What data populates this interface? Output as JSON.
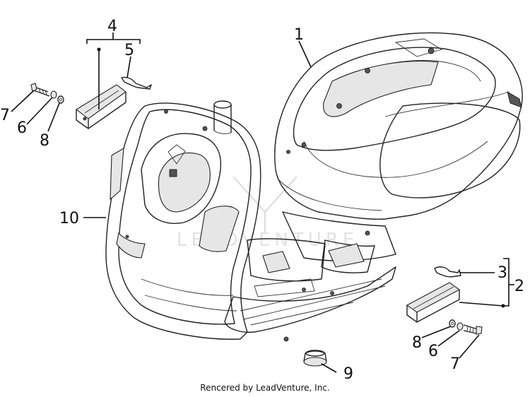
{
  "callouts": {
    "c1": "1",
    "c2": "2",
    "c3": "3",
    "c4": "4",
    "c5": "5",
    "c6_left": "6",
    "c7_left": "7",
    "c8_left": "8",
    "c6_right": "6",
    "c7_right": "7",
    "c8_right": "8",
    "c9": "9",
    "c10": "10"
  },
  "footer": {
    "credit": "Rencered by LeadVenture, Inc."
  },
  "watermark": {
    "text": "LEADVENTURE"
  }
}
